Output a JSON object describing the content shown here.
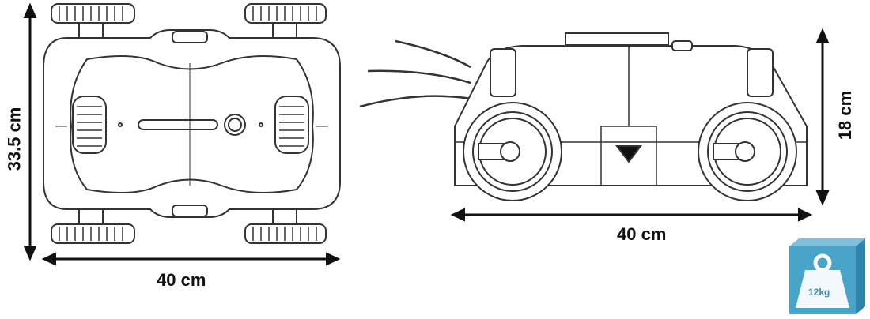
{
  "top_view": {
    "height_label": "33.5 cm",
    "width_label": "40 cm"
  },
  "side_view": {
    "height_label": "18 cm",
    "width_label": "40 cm"
  },
  "weight": {
    "label": "12kg",
    "icon": "weight-icon",
    "color": "#4aa3c8"
  }
}
